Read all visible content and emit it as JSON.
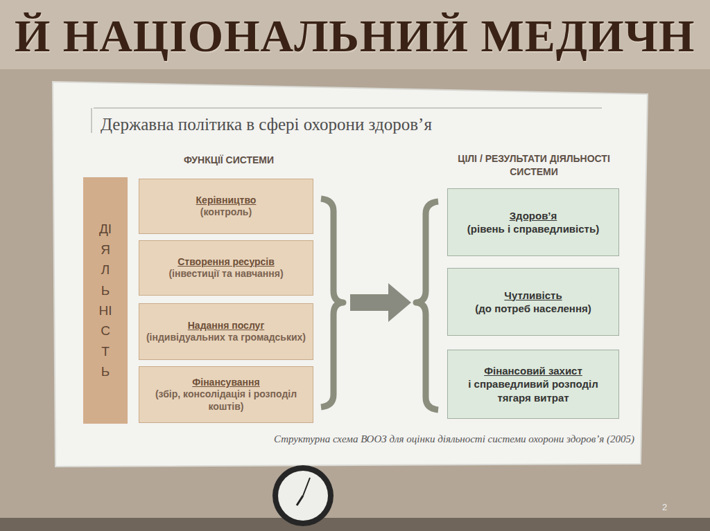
{
  "diagram": {
    "title": "Державна політика в сфері охорони здоров’я",
    "caption": "Структурна схема ВООЗ для оцінки діяльності системи охорони здоров’я (2005)",
    "nodes": [
      {
        "text": [
          "ДІЯЛЬНІСТЬ"
        ]
      },
      {
        "text": [
          "Керівництво",
          "(контроль)"
        ]
      },
      {
        "text": [
          "Створення ресурсів",
          "(інвестиції та навчання)"
        ]
      },
      {
        "text": [
          "Надання послуг",
          "(індивідуальних та громадських)"
        ]
      },
      {
        "text": [
          "Фінансування",
          "(збір, консолідація і розподіл коштів)"
        ]
      },
      {
        "text": [
          "Здоров’я",
          "(рівень і справедливість)"
        ]
      },
      {
        "text": [
          "Чутливість",
          "(до потреб населення)"
        ]
      },
      {
        "text": [
          "Фінансовий захист",
          "і справедливий розподіл тягаря витрат"
        ]
      }
    ],
    "labels": [
      "Й НАЦІОНАЛЬНИЙ МЕДИЧН",
      "ФУНКЦІЇ СИСТЕМИ",
      "ЦІЛІ / РЕЗУЛЬТАТИ ДІЯЛЬНОСТІ СИСТЕМИ",
      "2"
    ]
  }
}
